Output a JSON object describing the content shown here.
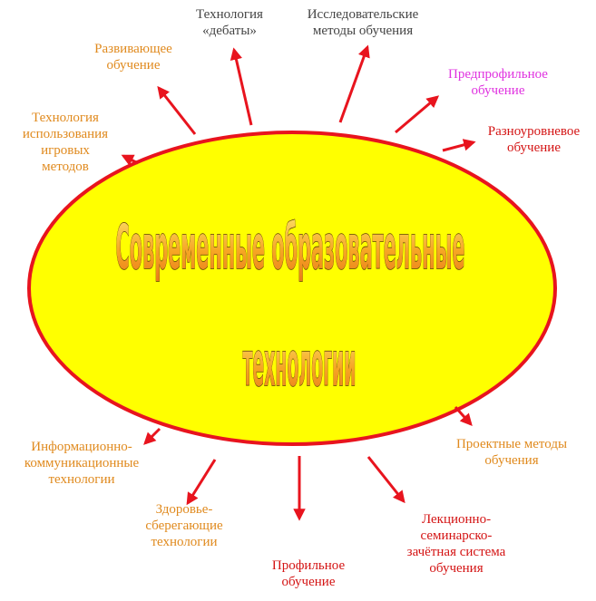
{
  "center": {
    "line1": "Современные образовательные",
    "line2": "технологии"
  },
  "labels": {
    "debates": [
      "Технология",
      "«дебаты»"
    ],
    "research": [
      "Исследовательские",
      "методы обучения"
    ],
    "developing": [
      "Развивающее",
      "обучение"
    ],
    "preprofile": [
      "Предпрофильное",
      "обучение"
    ],
    "multilevel": [
      "Разноуровневое",
      "обучение"
    ],
    "games": [
      "Технология",
      "использования",
      "игровых",
      "методов"
    ],
    "ict": [
      "Информационно-",
      "коммуникационные",
      "технологии"
    ],
    "projects": [
      "Проектные методы",
      "обучения"
    ],
    "health": [
      "Здоровье-",
      "сберегающие",
      "технологии"
    ],
    "lecture": [
      "Лекционно-",
      "семинарско-",
      "зачётная система",
      "обучения"
    ],
    "profile": [
      "Профильное",
      "обучение"
    ]
  },
  "colors": {
    "ellipse_fill": "#ffff00",
    "ellipse_stroke": "#e8141e",
    "arrow": "#e8141e",
    "title_fill": "#f5a623",
    "dark_text": "#444444",
    "orange_text": "#e08a1e",
    "magenta_text": "#e033e0",
    "red_text": "#d41414"
  }
}
